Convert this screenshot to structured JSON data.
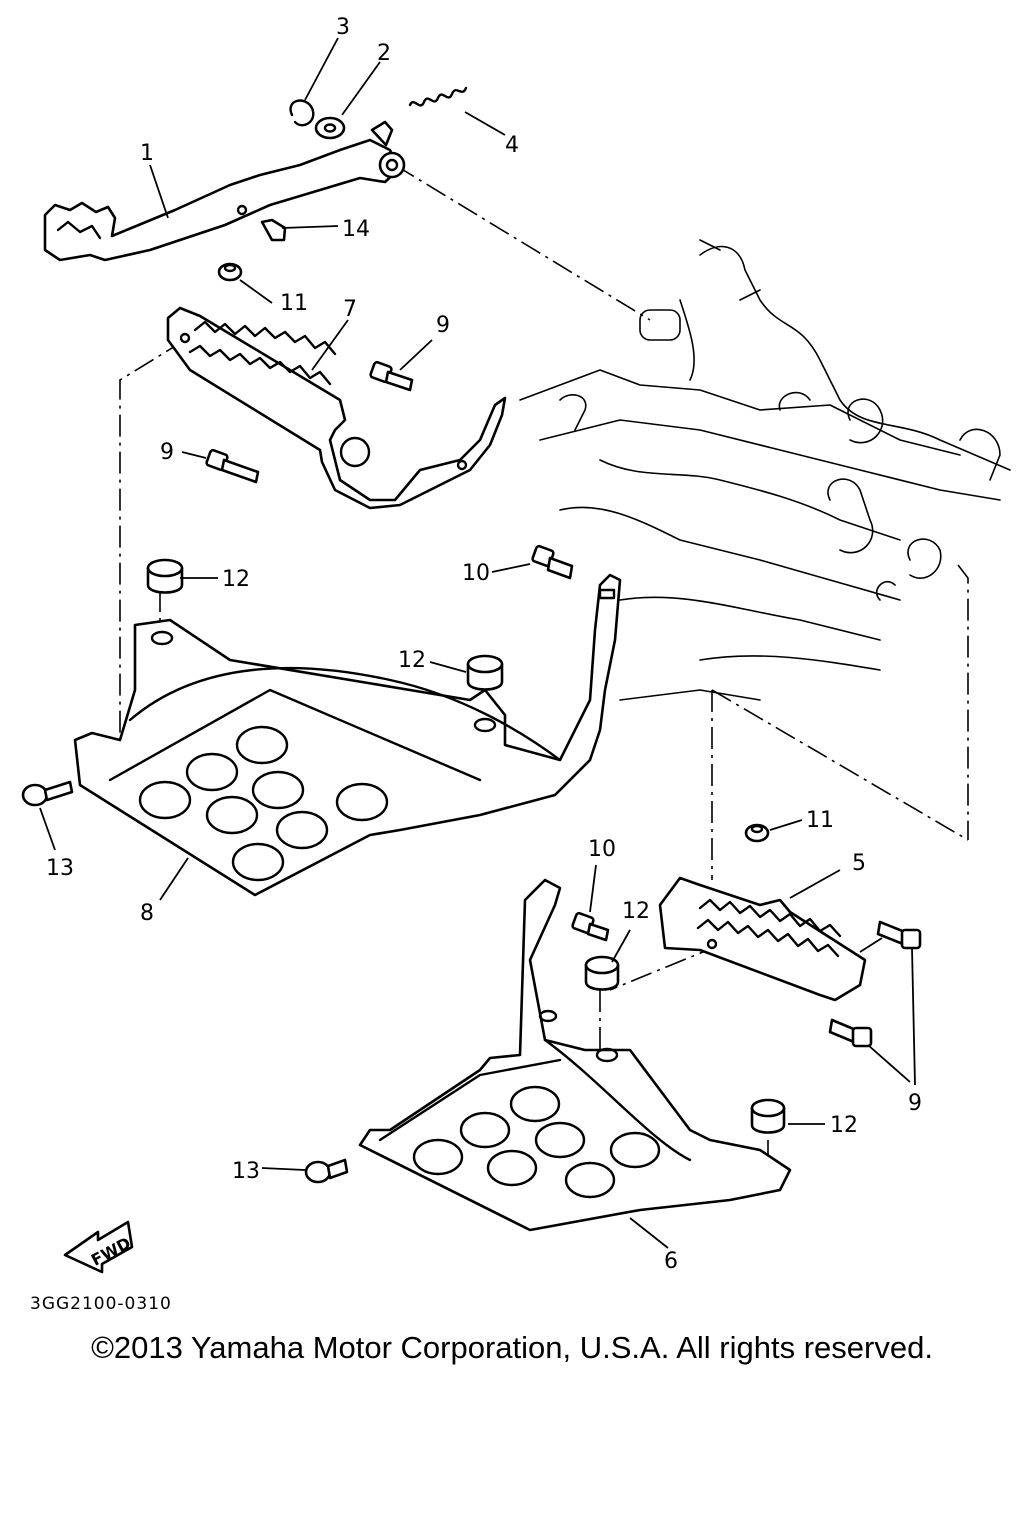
{
  "callouts": {
    "c1": "1",
    "c2": "2",
    "c3": "3",
    "c4": "4",
    "c5": "5",
    "c6": "6",
    "c7": "7",
    "c8": "8",
    "c9a": "9",
    "c9b": "9",
    "c9c": "9",
    "c10a": "10",
    "c10b": "10",
    "c11a": "11",
    "c11b": "11",
    "c12a": "12",
    "c12b": "12",
    "c12c": "12",
    "c12d": "12",
    "c13a": "13",
    "c13b": "13",
    "c14": "14"
  },
  "fwd_label": "FWD",
  "diagram_code": "3GG2100-0310",
  "copyright": "©2013 Yamaha Motor Corporation, U.S.A. All rights reserved."
}
